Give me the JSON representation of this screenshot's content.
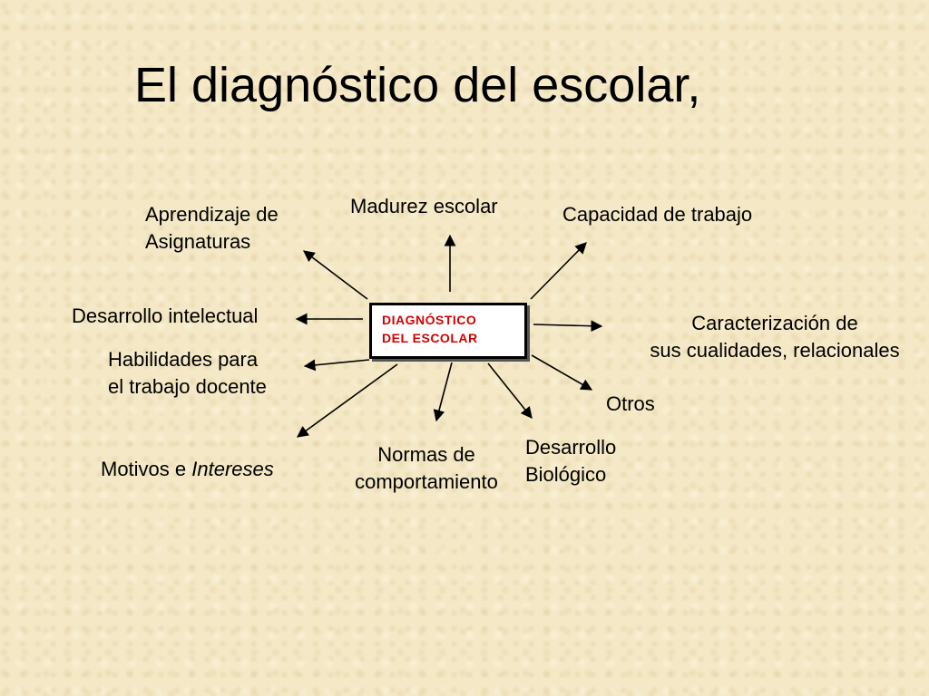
{
  "title": "El diagnóstico del escolar,",
  "center": {
    "line1": "DIAGNÓSTICO",
    "line2": "DEL ESCOLAR"
  },
  "nodes": {
    "aprendizaje": {
      "line1": "Aprendizaje de",
      "line2": "Asignaturas"
    },
    "madurez": {
      "line1": "Madurez escolar"
    },
    "capacidad": {
      "line1": "Capacidad de trabajo"
    },
    "desarrollo_intelectual": {
      "line1": "Desarrollo intelectual"
    },
    "caracterizacion": {
      "line1": "Caracterización de",
      "line2": "sus cualidades, relacionales"
    },
    "habilidades": {
      "line1": "Habilidades para",
      "line2": "el trabajo docente"
    },
    "otros": {
      "line1": "Otros"
    },
    "motivos": {
      "line1_plain": "Motivos e ",
      "line1_italic": "Intereses"
    },
    "normas": {
      "line1": "Normas de",
      "line2": "comportamiento"
    },
    "desarrollo_biologico": {
      "line1": "Desarrollo",
      "line2": "Biológico"
    }
  },
  "colors": {
    "background": "#f4e8c6",
    "center_text": "#d40000",
    "text": "#000000"
  }
}
